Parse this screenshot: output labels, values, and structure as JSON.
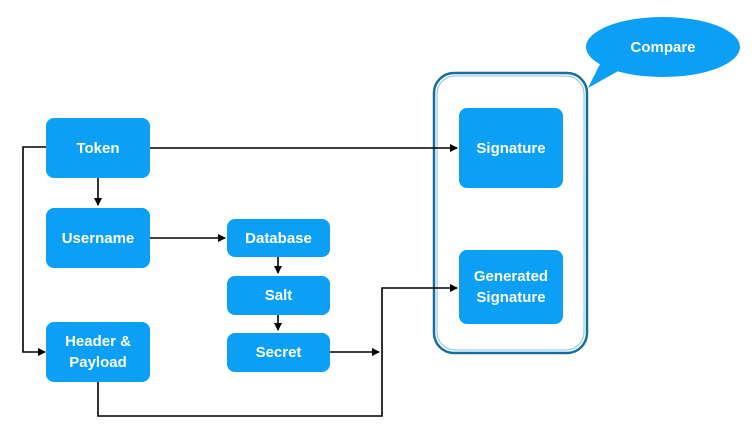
{
  "colors": {
    "box_fill": "#0ba0f5",
    "text": "#ffffff",
    "line": "#000000",
    "group_border": "#1a6f9a"
  },
  "nodes": {
    "token": "Token",
    "username": "Username",
    "header_payload": "Header &\nPayload",
    "database": "Database",
    "salt": "Salt",
    "secret": "Secret",
    "signature": "Signature",
    "generated_signature": "Generated\nSignature"
  },
  "callout": {
    "label": "Compare",
    "icon": "speech-bubble-icon"
  }
}
